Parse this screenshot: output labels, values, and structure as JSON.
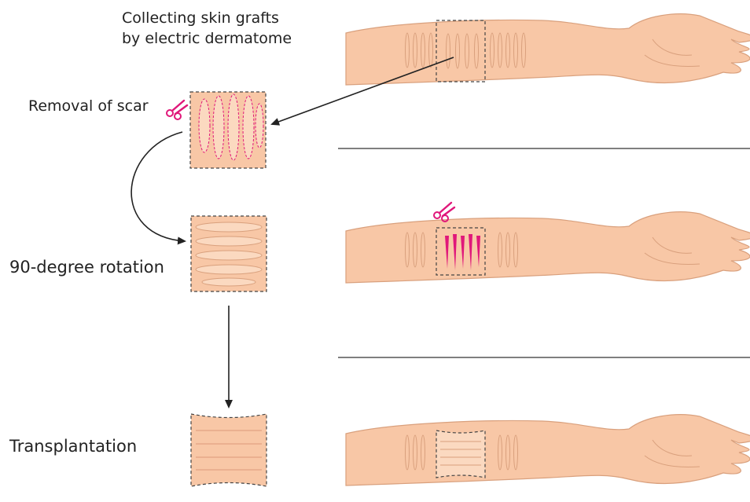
{
  "labels": {
    "title_line1": "Collecting skin grafts",
    "title_line2": "by electric dermatome",
    "removal": "Removal of scar",
    "rotation": "90-degree rotation",
    "transplant": "Transplantation"
  },
  "colors": {
    "skin": "#f8c7a6",
    "skin_light": "#fbd9c0",
    "skin_line": "#d9a07d",
    "scar_pink": "#e0177a",
    "dashed": "#444444",
    "arrow": "#222222"
  },
  "icons": [
    "scissors-icon",
    "scissors-icon",
    "arrow-icon",
    "arrow-icon",
    "curved-arrow-icon"
  ]
}
